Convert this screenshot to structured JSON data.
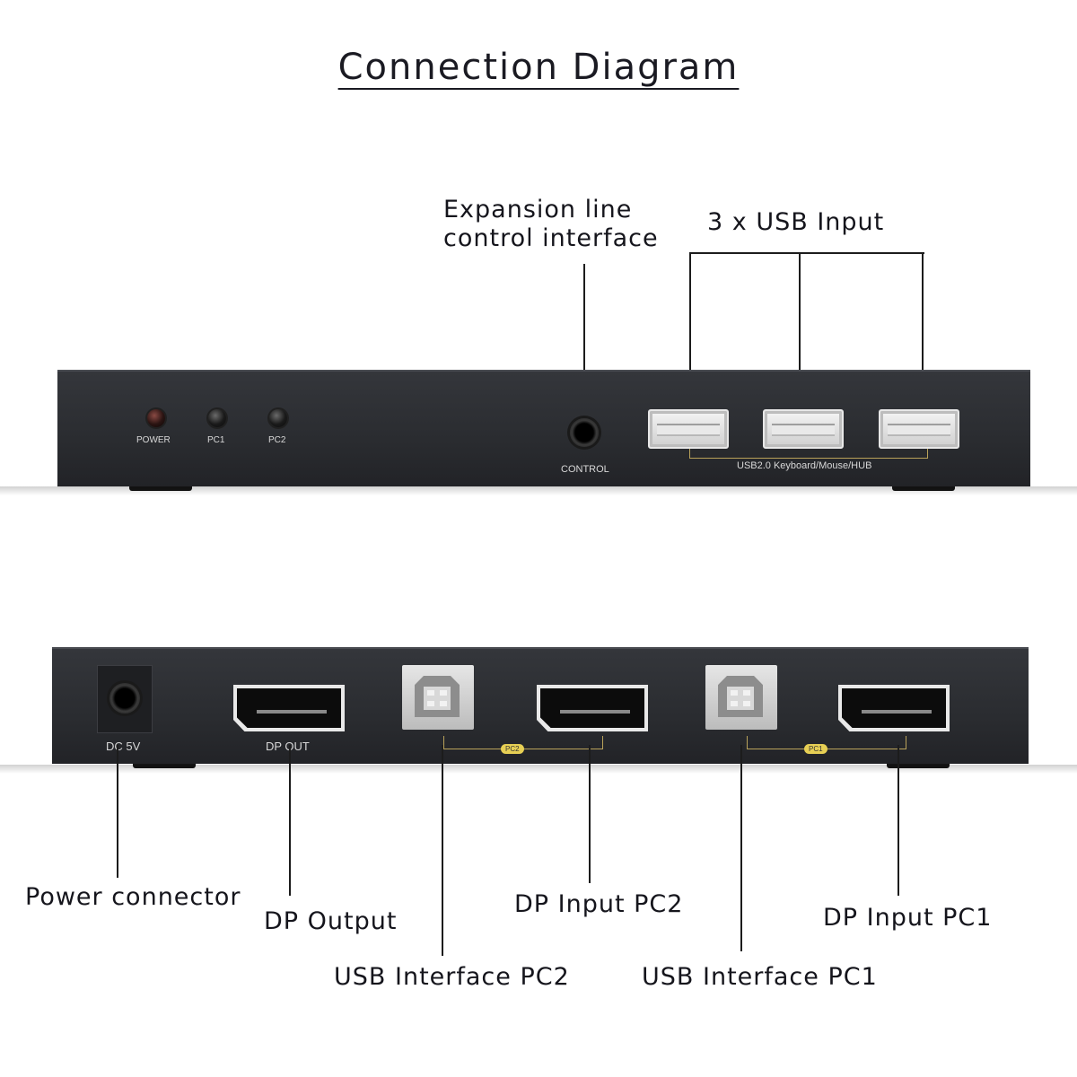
{
  "title": "Connection Diagram",
  "top_panel": {
    "callouts": {
      "expansion_line_1": "Expansion line",
      "expansion_line_2": "control interface",
      "usb_input": "3 x USB Input"
    },
    "labels": {
      "power": "POWER",
      "pc1": "PC1",
      "pc2": "PC2",
      "control": "CONTROL",
      "usb_group": "USB2.0 Keyboard/Mouse/HUB"
    }
  },
  "bottom_panel": {
    "labels": {
      "dc5v": "DC 5V",
      "dp_out": "DP OUT",
      "pc2_badge": "PC2",
      "pc1_badge": "PC1"
    },
    "callouts": {
      "power_connector": "Power connector",
      "dp_output": "DP Output",
      "usb_interface_pc2": "USB Interface PC2",
      "dp_input_pc2": "DP Input PC2",
      "usb_interface_pc1": "USB Interface PC1",
      "dp_input_pc1": "DP Input PC1"
    }
  },
  "colors": {
    "panel": "#2e3034",
    "port_silver": "#e9e9e9",
    "badge_yellow": "#e7cf54",
    "text": "#15151c"
  }
}
